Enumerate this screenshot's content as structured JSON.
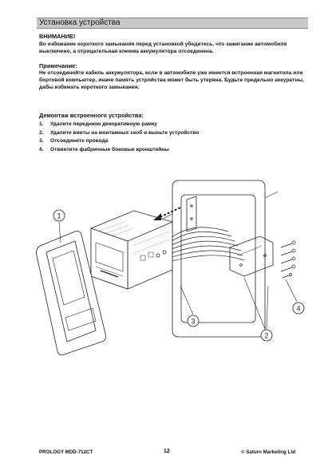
{
  "header": {
    "title": "Установка устройства"
  },
  "warning": {
    "title": "ВНИМАНИЕ!",
    "text": "Во избежание короткого замыкания перед установкой убедитесь, что зажигание автомобиля выключено, а отрицательная клемма аккумулятора отсоединена."
  },
  "note": {
    "title": "Примечание:",
    "text": "Не отсоединяйте кабель аккумулятора, если в автомобиле уже имеется встроенная магнитола или бортовой компьютер, иначе память устройства может быть утеряна. Будьте предельно аккуратны, дабы избежать короткого замыкания."
  },
  "removal": {
    "title": "Демонтаж встроенного устройства:",
    "steps": [
      {
        "num": "1.",
        "text": "Удалите переднюю декоративную рамку"
      },
      {
        "num": "2.",
        "text": "Удалите винты на монтажных скоб и выньте устройство"
      },
      {
        "num": "3.",
        "text": "Отсоедините провода"
      },
      {
        "num": "4.",
        "text": "Отвинтите фабричные боковые кронштейны"
      }
    ]
  },
  "figure": {
    "callouts": [
      "1",
      "2",
      "3",
      "4"
    ]
  },
  "footer": {
    "model": "PROLOGY MDD-712CT",
    "page": "12",
    "copyright": "© Saturn Marketing Ltd"
  }
}
